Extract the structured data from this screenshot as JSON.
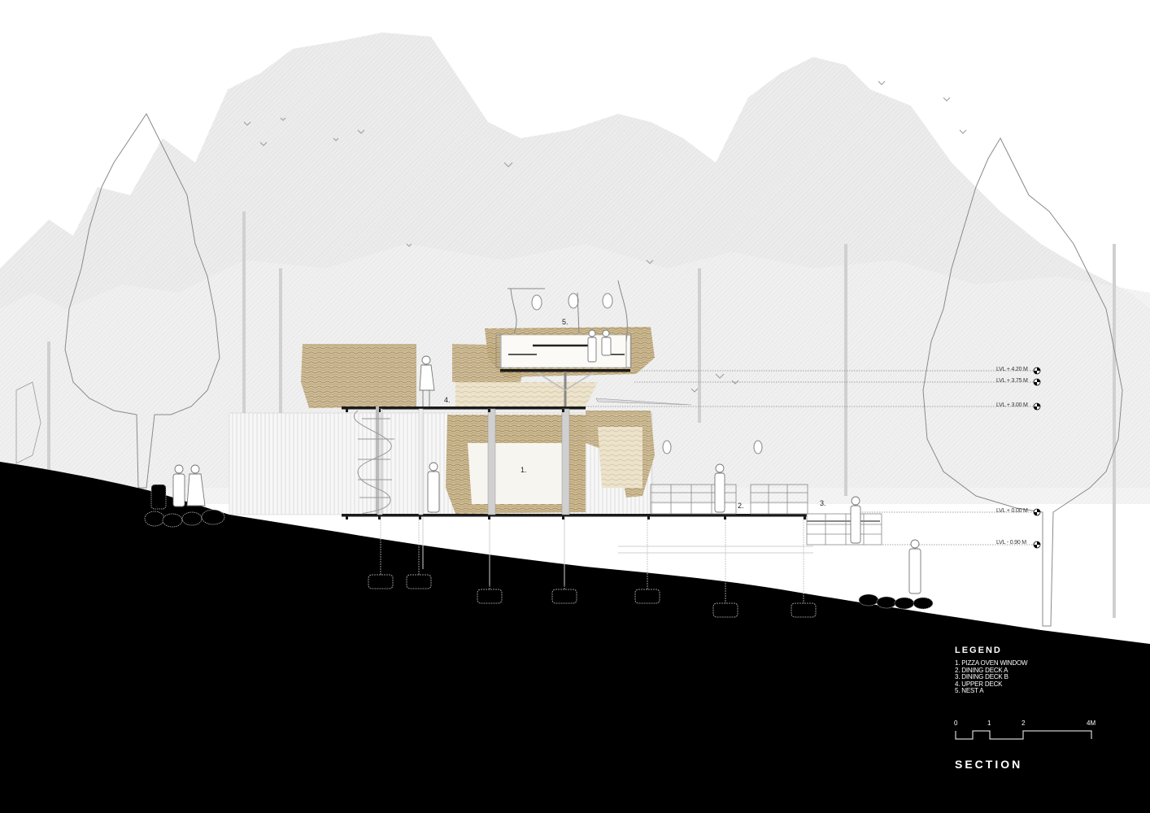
{
  "drawing": {
    "type": "architectural section",
    "title": "SECTION",
    "colors": {
      "ground": "#000000",
      "background": "#ffffff",
      "trees": "#e6e6e6",
      "tree_outline": "#9a9a9a",
      "nest_weave": "#b39a68",
      "nest_weave_light": "#ddd0b2",
      "structure": "#1a1a1a",
      "annotation_text": "#ffffff"
    }
  },
  "space_labels": [
    {
      "id": "1",
      "text": "1."
    },
    {
      "id": "2",
      "text": "2."
    },
    {
      "id": "3",
      "text": "3."
    },
    {
      "id": "4",
      "text": "4."
    },
    {
      "id": "5",
      "text": "5."
    }
  ],
  "levels": [
    {
      "text": "LVL + 4.20 M",
      "value": 4.2
    },
    {
      "text": "LVL + 3.75 M",
      "value": 3.75
    },
    {
      "text": "LVL + 3.00 M",
      "value": 3.0
    },
    {
      "text": "LVL + 0.00 M",
      "value": 0.0
    },
    {
      "text": "LVL - 0.90 M",
      "value": -0.9
    }
  ],
  "legend": {
    "title": "LEGEND",
    "items": [
      "1. PIZZA OVEN  WINDOW",
      "2. DINING DECK A",
      "3. DINING DECK B",
      "4. UPPER DECK",
      "5. NEST A"
    ]
  },
  "scale_bar": {
    "ticks": [
      "0",
      "1",
      "2",
      "4M"
    ]
  }
}
